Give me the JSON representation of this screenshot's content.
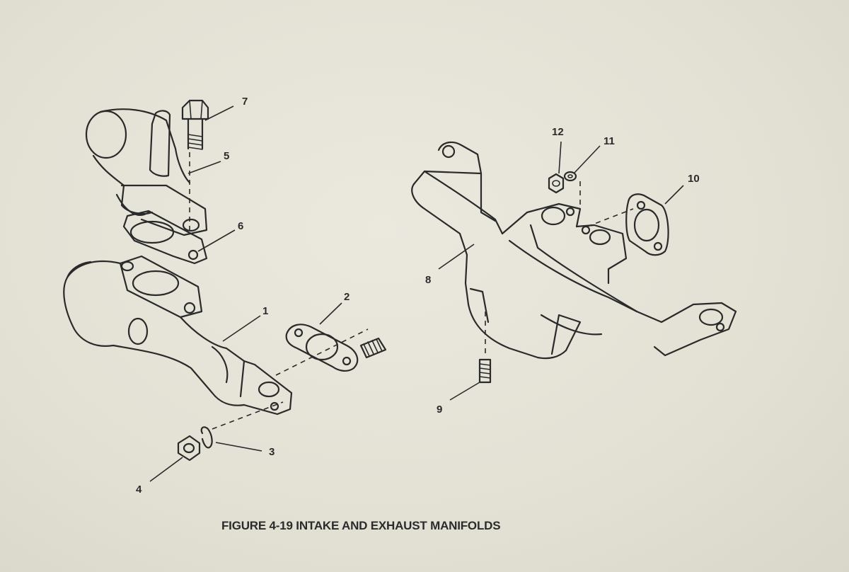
{
  "caption": "FIGURE 4-19 INTAKE AND EXHAUST MANIFOLDS",
  "callouts": {
    "c1": "1",
    "c2": "2",
    "c3": "3",
    "c4": "4",
    "c5": "5",
    "c6": "6",
    "c7": "7",
    "c8": "8",
    "c9": "9",
    "c10": "10",
    "c11": "11",
    "c12": "12"
  },
  "colors": {
    "paper": "#e4e2d5",
    "ink": "#2a2a2a"
  }
}
